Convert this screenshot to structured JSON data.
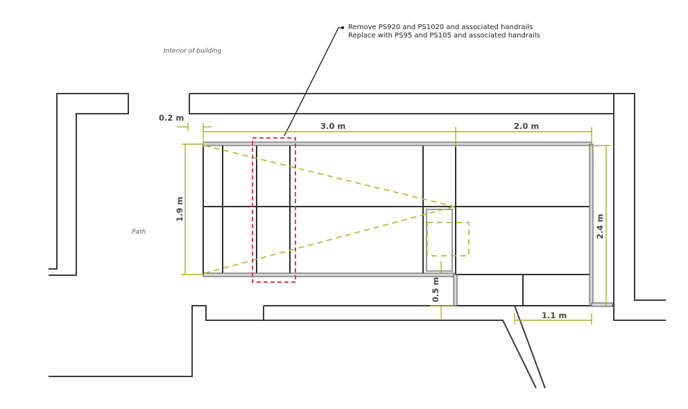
{
  "annotation": {
    "line1": "Remove PS920 and PS1020 and associated handrails",
    "line2": "Replace with PS95 and PS105 and associated handrails"
  },
  "areas": {
    "interior": "Interior of building",
    "path": "Path"
  },
  "dimensions": {
    "gap_top_left": "0.2 m",
    "length_main": "3.0 m",
    "length_right": "2.0 m",
    "height_left": "1.9 m",
    "height_right": "2.4 m",
    "gap_step": "0.5 m",
    "width_bottom_right": "1.1 m"
  },
  "colors": {
    "dimension_lines": "#a8ad2c",
    "highlight_box": "#d0404a",
    "walls": "#3a3a3a"
  }
}
